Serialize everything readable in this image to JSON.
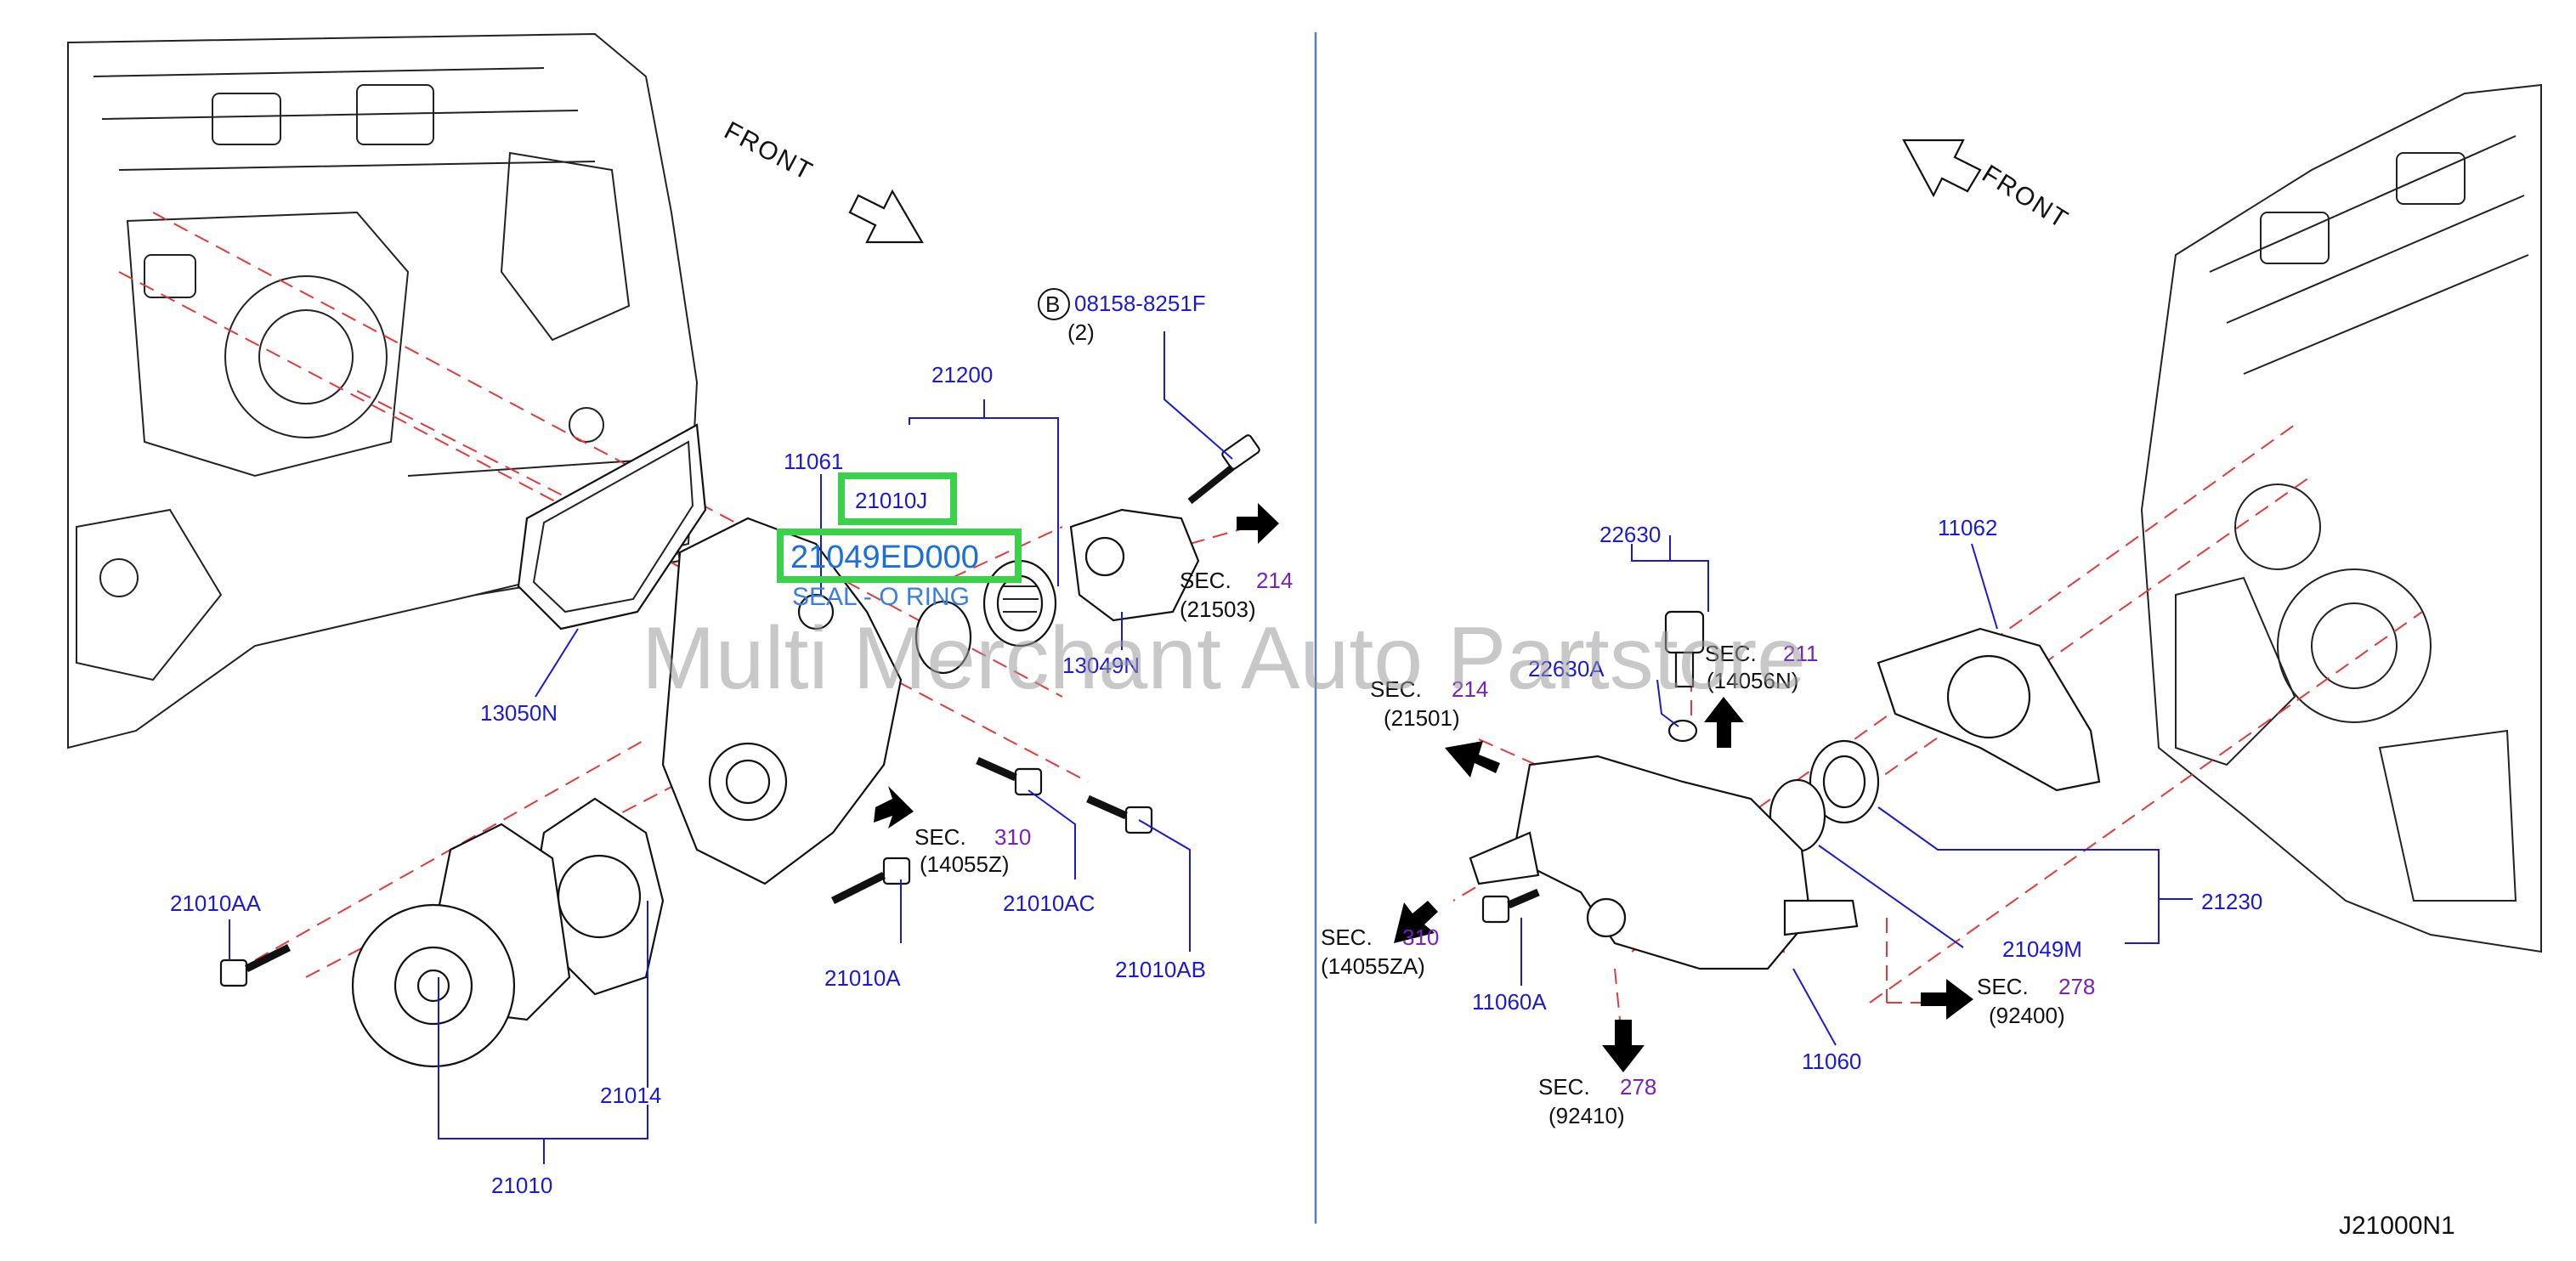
{
  "diagram": {
    "front_label": "FRONT",
    "diagram_code": "J21000N1",
    "watermark": "Multi Merchant Auto Partstore",
    "bolt_callout": {
      "symbol": "B",
      "part": "08158-8251F",
      "qty": "(2)"
    },
    "highlight": {
      "box1": "21010J",
      "box2": "21049ED000",
      "box2_sub": "SEAL - O RING"
    },
    "parts_left": {
      "p21200": "21200",
      "p11061": "11061",
      "p13050N": "13050N",
      "p13049N": "13049N",
      "p21010AA": "21010AA",
      "p21010AC": "21010AC",
      "p21010AB": "21010AB",
      "p21010A": "21010A",
      "p21014": "21014",
      "p21010": "21010"
    },
    "parts_right": {
      "p22630": "22630",
      "p22630A": "22630A",
      "p11062": "11062",
      "p21230": "21230",
      "p21049M": "21049M",
      "p11060A": "11060A",
      "p11060": "11060"
    },
    "sections": {
      "s214_left": {
        "sec": "SEC.",
        "num": "214",
        "ref": "(21503)"
      },
      "s310_left": {
        "sec": "SEC.",
        "num": "310",
        "ref": "(14055Z)"
      },
      "s214_right": {
        "sec": "SEC.",
        "num": "214",
        "ref": "(21501)"
      },
      "s211": {
        "sec": "SEC.",
        "num": "211",
        "ref": "(14056N)"
      },
      "s310_right": {
        "sec": "SEC.",
        "num": "310",
        "ref": "(14055ZA)"
      },
      "s278_bottom": {
        "sec": "SEC.",
        "num": "278",
        "ref": "(92410)"
      },
      "s278_right": {
        "sec": "SEC.",
        "num": "278",
        "ref": "(92400)"
      }
    },
    "colors": {
      "label": "#1a1ad6",
      "section": "#7a1fc2",
      "leader_dash": "#e23a3a",
      "highlight": "#3bd14a"
    }
  }
}
